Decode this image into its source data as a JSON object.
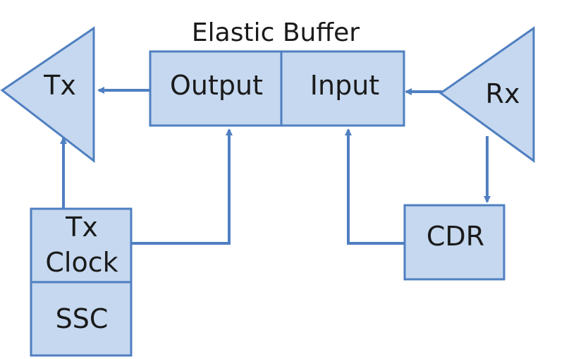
{
  "diagram": {
    "title": "Elastic Buffer",
    "blocks": {
      "output": "Output",
      "input": "Input",
      "tx": "Tx",
      "rx": "Rx",
      "tx_clock_line1": "Tx",
      "tx_clock_line2": "Clock",
      "ssc": "SSC",
      "cdr": "CDR"
    },
    "colors": {
      "fill": "#c5d8ef",
      "stroke": "#4f7fc0",
      "text": "#1a1a1a"
    }
  }
}
